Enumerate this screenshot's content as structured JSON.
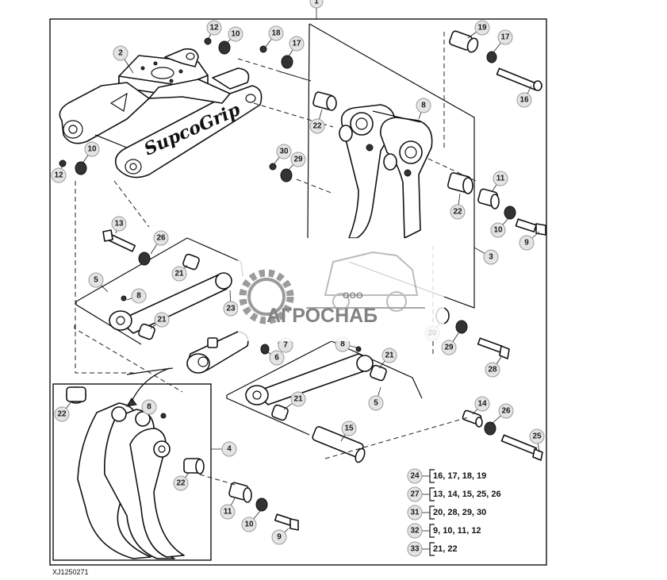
{
  "diagram": {
    "main_callout": "1",
    "figure_id": "XJ1250271",
    "brand_lettering": "SupcoGrip",
    "callouts": [
      {
        "id": "c-2",
        "label": "2"
      },
      {
        "id": "c-12a",
        "label": "12"
      },
      {
        "id": "c-10a",
        "label": "10"
      },
      {
        "id": "c-18",
        "label": "18"
      },
      {
        "id": "c-17a",
        "label": "17"
      },
      {
        "id": "c-19",
        "label": "19"
      },
      {
        "id": "c-17b",
        "label": "17"
      },
      {
        "id": "c-16",
        "label": "16"
      },
      {
        "id": "c-10b",
        "label": "10"
      },
      {
        "id": "c-12b",
        "label": "12"
      },
      {
        "id": "c-30",
        "label": "30"
      },
      {
        "id": "c-29a",
        "label": "29"
      },
      {
        "id": "c-22a",
        "label": "22"
      },
      {
        "id": "c-8a",
        "label": "8"
      },
      {
        "id": "c-11a",
        "label": "11"
      },
      {
        "id": "c-22b",
        "label": "22"
      },
      {
        "id": "c-10c",
        "label": "10"
      },
      {
        "id": "c-9a",
        "label": "9"
      },
      {
        "id": "c-3",
        "label": "3"
      },
      {
        "id": "c-13",
        "label": "13"
      },
      {
        "id": "c-26a",
        "label": "26"
      },
      {
        "id": "c-21a",
        "label": "21"
      },
      {
        "id": "c-5a",
        "label": "5"
      },
      {
        "id": "c-8b",
        "label": "8"
      },
      {
        "id": "c-21b",
        "label": "21"
      },
      {
        "id": "c-23",
        "label": "23"
      },
      {
        "id": "c-7",
        "label": "7"
      },
      {
        "id": "c-6",
        "label": "6"
      },
      {
        "id": "c-8c",
        "label": "8"
      },
      {
        "id": "c-21c",
        "label": "21"
      },
      {
        "id": "c-21d",
        "label": "21"
      },
      {
        "id": "c-5b",
        "label": "5"
      },
      {
        "id": "c-20",
        "label": "20"
      },
      {
        "id": "c-29b",
        "label": "29"
      },
      {
        "id": "c-28",
        "label": "28"
      },
      {
        "id": "c-14",
        "label": "14"
      },
      {
        "id": "c-26b",
        "label": "26"
      },
      {
        "id": "c-25",
        "label": "25"
      },
      {
        "id": "c-15",
        "label": "15"
      },
      {
        "id": "c-4",
        "label": "4"
      },
      {
        "id": "c-22c",
        "label": "22"
      },
      {
        "id": "c-8d",
        "label": "8"
      },
      {
        "id": "c-22d",
        "label": "22"
      },
      {
        "id": "c-11b",
        "label": "11"
      },
      {
        "id": "c-10d",
        "label": "10"
      },
      {
        "id": "c-9b",
        "label": "9"
      }
    ],
    "kits": [
      {
        "kit": "24",
        "parts": "16, 17, 18, 19"
      },
      {
        "kit": "27",
        "parts": "13, 14, 15, 25, 26"
      },
      {
        "kit": "31",
        "parts": "20, 28, 29, 30"
      },
      {
        "kit": "32",
        "parts": "9, 10, 11, 12"
      },
      {
        "kit": "33",
        "parts": "21, 22"
      }
    ]
  },
  "watermark": {
    "small_text": "ООО",
    "big_text": "АГРОСНАБ"
  }
}
